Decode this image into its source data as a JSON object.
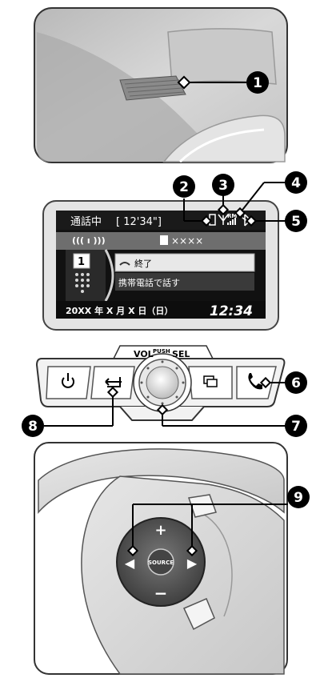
{
  "callouts": [
    "1",
    "2",
    "3",
    "4",
    "5",
    "6",
    "7",
    "8",
    "9"
  ],
  "display": {
    "status_text": "通話中",
    "call_time": "[ 12'34\"]",
    "rm_label": "RM",
    "contact_name": "××××",
    "speed_dial_number": "1",
    "menu_end": "終了",
    "menu_handset": "携帯電話で話す",
    "date_text": "20XX 年 X 月 X 日（日）",
    "clock": "12:34"
  },
  "panel": {
    "vol_label": "VOL",
    "push_label": "PUSH",
    "sel_label": "SEL"
  },
  "steering": {
    "plus": "+",
    "minus": "−",
    "left": "◀",
    "right": "▶",
    "source": "SOURCE"
  }
}
